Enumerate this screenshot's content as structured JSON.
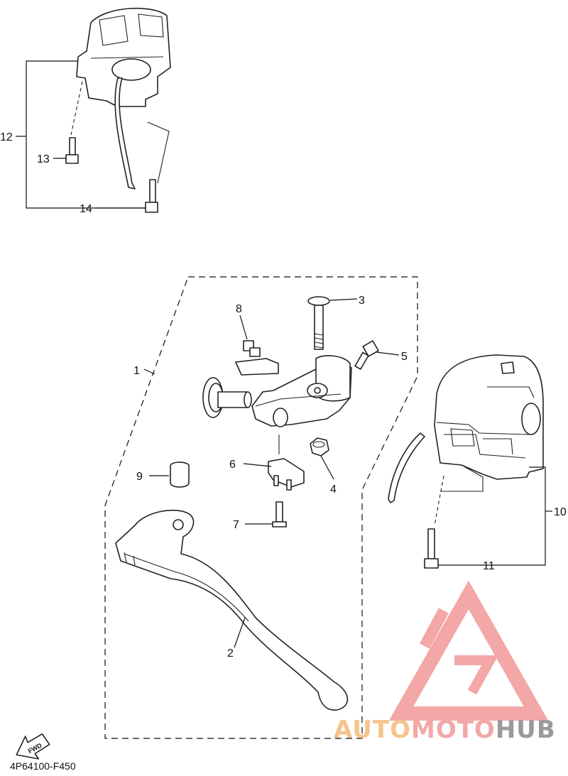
{
  "callouts": {
    "c1": "1",
    "c2": "2",
    "c3": "3",
    "c4": "4",
    "c5": "5",
    "c6": "6",
    "c7": "7",
    "c8": "8",
    "c9": "9",
    "c10": "10",
    "c11": "11",
    "c12": "12",
    "c13": "13",
    "c14": "14"
  },
  "fwd_label": "FWD",
  "diagram_code": "4P64100-F450",
  "watermark": {
    "part1": "AUTO",
    "part2": "MOTO",
    "part3": "HUB",
    "colors": {
      "auto": "#f6c48c",
      "moto": "#f3a7a7",
      "hub": "#9a9a9a",
      "logo": "#f08a8a"
    }
  }
}
